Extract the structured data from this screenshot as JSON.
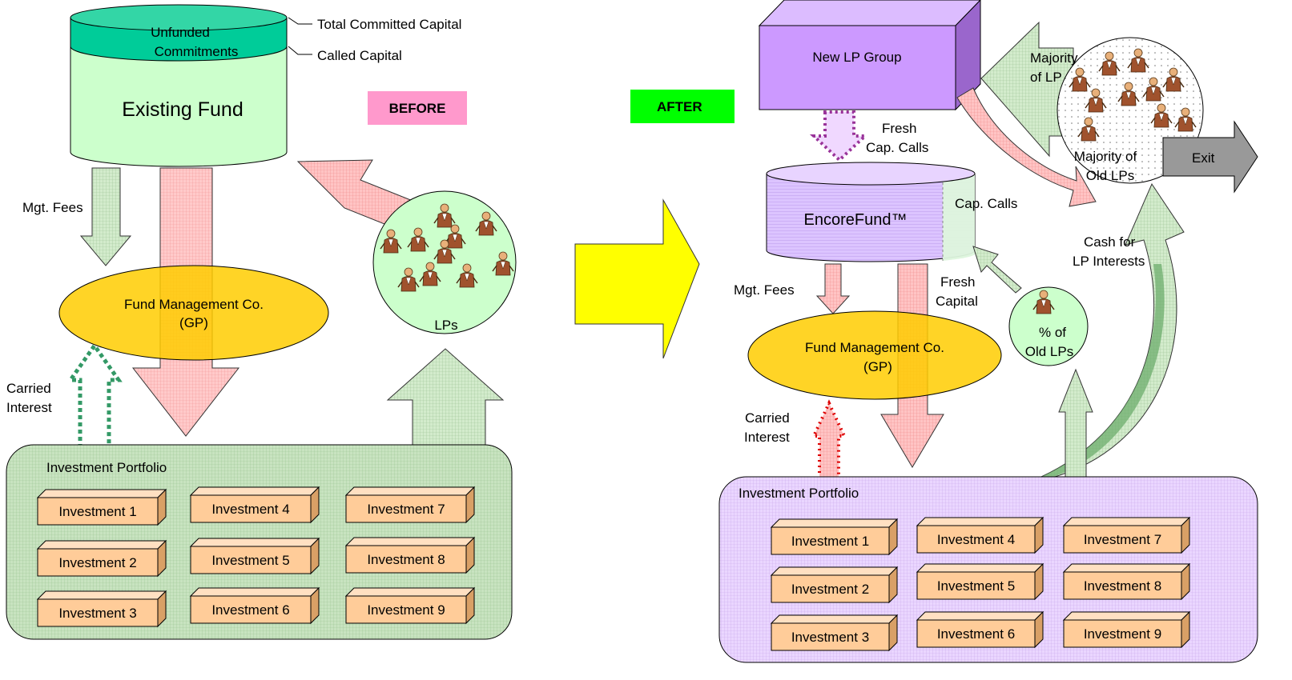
{
  "before": {
    "tag": "BEFORE",
    "fund": {
      "unfunded_line1": "Unfunded",
      "unfunded_line2": "Commitments",
      "title": "Existing Fund"
    },
    "annotations": {
      "total_committed": "Total Committed Capital",
      "called": "Called Capital"
    },
    "mgt_fees": "Mgt. Fees",
    "gp_line1": "Fund Management Co.",
    "gp_line2": "(GP)",
    "lps": "LPs",
    "carried_line1": "Carried",
    "carried_line2": "Interest",
    "portfolio_title": "Investment Portfolio",
    "investments": [
      "Investment 1",
      "Investment 2",
      "Investment 3",
      "Investment 4",
      "Investment 5",
      "Investment 6",
      "Investment 7",
      "Investment 8",
      "Investment 9"
    ]
  },
  "after": {
    "tag": "AFTER",
    "new_lp_group": "New LP Group",
    "majority_of_lp_line1": "Majority",
    "majority_of_lp_line2": "of LP",
    "majority_old_line1": "Majority of",
    "majority_old_line2": "Old LPs",
    "exit": "Exit",
    "fresh_calls_line1": "Fresh",
    "fresh_calls_line2": "Cap. Calls",
    "encore": "EncoreFund™",
    "cap_calls": "Cap. Calls",
    "cash_line1": "Cash for",
    "cash_line2": "LP Interests",
    "mgt_fees": "Mgt. Fees",
    "fresh_capital_line1": "Fresh",
    "fresh_capital_line2": "Capital",
    "pct_line1": "% of",
    "pct_line2": "Old LPs",
    "gp_line1": "Fund Management Co.",
    "gp_line2": "(GP)",
    "carried_line1": "Carried",
    "carried_line2": "Interest",
    "portfolio_title": "Investment Portfolio",
    "investments": [
      "Investment 1",
      "Investment 2",
      "Investment 3",
      "Investment 4",
      "Investment 5",
      "Investment 6",
      "Investment 7",
      "Investment 8",
      "Investment 9"
    ]
  },
  "colors": {
    "fund_green": "#ccffcc",
    "unfunded_teal": "#00cc99",
    "gp_yellow": "#ffcc00",
    "portfolio_green": "#c6e0b4",
    "portfolio_purple": "#e5ccff",
    "investment_tan": "#ffcc99",
    "pink_arrow": "#ffb3b3",
    "green_arrow": "#b3d9b3",
    "big_yellow_arrow": "#ffff00",
    "before_tag": "#ff99cc",
    "after_tag": "#00ff00",
    "new_lp_purple": "#cc99ff",
    "exit_grey": "#999999"
  }
}
